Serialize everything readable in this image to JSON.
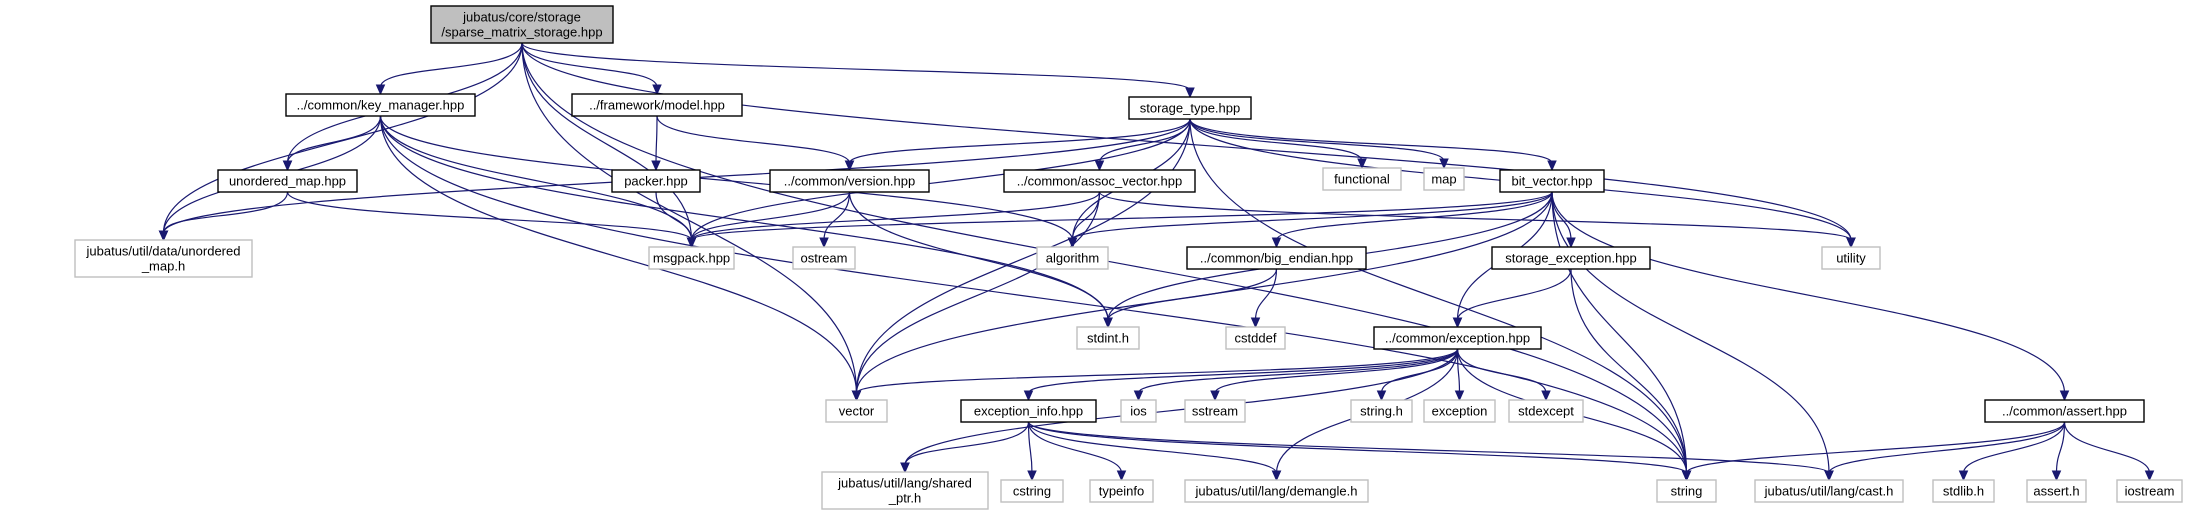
{
  "diagram": {
    "title": "",
    "nodes": [
      {
        "id": "root",
        "lines": [
          "jubatus/core/storage",
          "/sparse_matrix_storage.hpp"
        ],
        "kind": "root"
      },
      {
        "id": "key_manager",
        "lines": [
          "../common/key_manager.hpp"
        ],
        "kind": "documented"
      },
      {
        "id": "fw_model",
        "lines": [
          "../framework/model.hpp"
        ],
        "kind": "documented"
      },
      {
        "id": "storage_type",
        "lines": [
          "storage_type.hpp"
        ],
        "kind": "documented"
      },
      {
        "id": "unordered_map",
        "lines": [
          "unordered_map.hpp"
        ],
        "kind": "documented"
      },
      {
        "id": "packer",
        "lines": [
          "packer.hpp"
        ],
        "kind": "documented"
      },
      {
        "id": "version",
        "lines": [
          "../common/version.hpp"
        ],
        "kind": "documented"
      },
      {
        "id": "assoc_vector",
        "lines": [
          "../common/assoc_vector.hpp"
        ],
        "kind": "documented"
      },
      {
        "id": "functional",
        "lines": [
          "functional"
        ],
        "kind": "external"
      },
      {
        "id": "map",
        "lines": [
          "map"
        ],
        "kind": "external"
      },
      {
        "id": "bit_vector",
        "lines": [
          "bit_vector.hpp"
        ],
        "kind": "documented"
      },
      {
        "id": "util_unordered_map",
        "lines": [
          "jubatus/util/data/unordered",
          "_map.h"
        ],
        "kind": "external"
      },
      {
        "id": "msgpack",
        "lines": [
          "msgpack.hpp"
        ],
        "kind": "external"
      },
      {
        "id": "ostream",
        "lines": [
          "ostream"
        ],
        "kind": "external"
      },
      {
        "id": "algorithm",
        "lines": [
          "algorithm"
        ],
        "kind": "external"
      },
      {
        "id": "big_endian",
        "lines": [
          "../common/big_endian.hpp"
        ],
        "kind": "documented"
      },
      {
        "id": "storage_exception",
        "lines": [
          "storage_exception.hpp"
        ],
        "kind": "documented"
      },
      {
        "id": "utility",
        "lines": [
          "utility"
        ],
        "kind": "external"
      },
      {
        "id": "stdint",
        "lines": [
          "stdint.h"
        ],
        "kind": "external"
      },
      {
        "id": "cstddef",
        "lines": [
          "cstddef"
        ],
        "kind": "external"
      },
      {
        "id": "exception_hpp",
        "lines": [
          "../common/exception.hpp"
        ],
        "kind": "documented"
      },
      {
        "id": "vector",
        "lines": [
          "vector"
        ],
        "kind": "external"
      },
      {
        "id": "exception_info",
        "lines": [
          "exception_info.hpp"
        ],
        "kind": "documented"
      },
      {
        "id": "ios",
        "lines": [
          "ios"
        ],
        "kind": "external"
      },
      {
        "id": "sstream",
        "lines": [
          "sstream"
        ],
        "kind": "external"
      },
      {
        "id": "string_h",
        "lines": [
          "string.h"
        ],
        "kind": "external"
      },
      {
        "id": "exception",
        "lines": [
          "exception"
        ],
        "kind": "external"
      },
      {
        "id": "stdexcept",
        "lines": [
          "stdexcept"
        ],
        "kind": "external"
      },
      {
        "id": "assert_hpp",
        "lines": [
          "../common/assert.hpp"
        ],
        "kind": "documented"
      },
      {
        "id": "shared_ptr",
        "lines": [
          "jubatus/util/lang/shared",
          "_ptr.h"
        ],
        "kind": "external"
      },
      {
        "id": "cstring",
        "lines": [
          "cstring"
        ],
        "kind": "external"
      },
      {
        "id": "typeinfo",
        "lines": [
          "typeinfo"
        ],
        "kind": "external"
      },
      {
        "id": "demangle",
        "lines": [
          "jubatus/util/lang/demangle.h"
        ],
        "kind": "external"
      },
      {
        "id": "string",
        "lines": [
          "string"
        ],
        "kind": "external"
      },
      {
        "id": "cast",
        "lines": [
          "jubatus/util/lang/cast.h"
        ],
        "kind": "external"
      },
      {
        "id": "stdlib",
        "lines": [
          "stdlib.h"
        ],
        "kind": "external"
      },
      {
        "id": "assert_h",
        "lines": [
          "assert.h"
        ],
        "kind": "external"
      },
      {
        "id": "iostream",
        "lines": [
          "iostream"
        ],
        "kind": "external"
      }
    ],
    "edges": [
      [
        "root",
        "key_manager"
      ],
      [
        "root",
        "fw_model"
      ],
      [
        "root",
        "storage_type"
      ],
      [
        "root",
        "unordered_map"
      ],
      [
        "root",
        "util_unordered_map"
      ],
      [
        "root",
        "msgpack"
      ],
      [
        "root",
        "vector"
      ],
      [
        "root",
        "string"
      ],
      [
        "root",
        "utility"
      ],
      [
        "key_manager",
        "unordered_map"
      ],
      [
        "key_manager",
        "util_unordered_map"
      ],
      [
        "key_manager",
        "msgpack"
      ],
      [
        "key_manager",
        "stdint"
      ],
      [
        "key_manager",
        "vector"
      ],
      [
        "key_manager",
        "string"
      ],
      [
        "key_manager",
        "algorithm"
      ],
      [
        "fw_model",
        "packer"
      ],
      [
        "fw_model",
        "version"
      ],
      [
        "storage_type",
        "version"
      ],
      [
        "storage_type",
        "assoc_vector"
      ],
      [
        "storage_type",
        "functional"
      ],
      [
        "storage_type",
        "map"
      ],
      [
        "storage_type",
        "bit_vector"
      ],
      [
        "storage_type",
        "util_unordered_map"
      ],
      [
        "storage_type",
        "msgpack"
      ],
      [
        "storage_type",
        "algorithm"
      ],
      [
        "storage_type",
        "vector"
      ],
      [
        "storage_type",
        "utility"
      ],
      [
        "storage_type",
        "string"
      ],
      [
        "unordered_map",
        "util_unordered_map"
      ],
      [
        "unordered_map",
        "msgpack"
      ],
      [
        "packer",
        "msgpack"
      ],
      [
        "version",
        "msgpack"
      ],
      [
        "version",
        "ostream"
      ],
      [
        "version",
        "stdint"
      ],
      [
        "assoc_vector",
        "algorithm"
      ],
      [
        "assoc_vector",
        "vector"
      ],
      [
        "assoc_vector",
        "utility"
      ],
      [
        "assoc_vector",
        "msgpack"
      ],
      [
        "bit_vector",
        "msgpack"
      ],
      [
        "bit_vector",
        "algorithm"
      ],
      [
        "bit_vector",
        "stdint"
      ],
      [
        "bit_vector",
        "big_endian"
      ],
      [
        "bit_vector",
        "storage_exception"
      ],
      [
        "bit_vector",
        "exception_hpp"
      ],
      [
        "bit_vector",
        "assert_hpp"
      ],
      [
        "bit_vector",
        "string"
      ],
      [
        "bit_vector",
        "cast"
      ],
      [
        "bit_vector",
        "vector"
      ],
      [
        "big_endian",
        "stdint"
      ],
      [
        "big_endian",
        "cstddef"
      ],
      [
        "storage_exception",
        "exception_hpp"
      ],
      [
        "storage_exception",
        "string"
      ],
      [
        "exception_hpp",
        "vector"
      ],
      [
        "exception_hpp",
        "exception_info"
      ],
      [
        "exception_hpp",
        "ios"
      ],
      [
        "exception_hpp",
        "sstream"
      ],
      [
        "exception_hpp",
        "string_h"
      ],
      [
        "exception_hpp",
        "exception"
      ],
      [
        "exception_hpp",
        "stdexcept"
      ],
      [
        "exception_hpp",
        "shared_ptr"
      ],
      [
        "exception_hpp",
        "demangle"
      ],
      [
        "exception_hpp",
        "string"
      ],
      [
        "exception_info",
        "shared_ptr"
      ],
      [
        "exception_info",
        "cstring"
      ],
      [
        "exception_info",
        "typeinfo"
      ],
      [
        "exception_info",
        "demangle"
      ],
      [
        "exception_info",
        "string"
      ],
      [
        "exception_info",
        "cast"
      ],
      [
        "assert_hpp",
        "string"
      ],
      [
        "assert_hpp",
        "cast"
      ],
      [
        "assert_hpp",
        "stdlib"
      ],
      [
        "assert_hpp",
        "assert_h"
      ],
      [
        "assert_hpp",
        "iostream"
      ]
    ]
  },
  "colors": {
    "edge": "#191970",
    "root_fill": "#bfbfbf",
    "root_border": "#000000",
    "documented_fill": "#ffffff",
    "documented_border": "#000000",
    "external_fill": "#ffffff",
    "external_border": "#bfbfbf",
    "background": "#ffffff"
  }
}
